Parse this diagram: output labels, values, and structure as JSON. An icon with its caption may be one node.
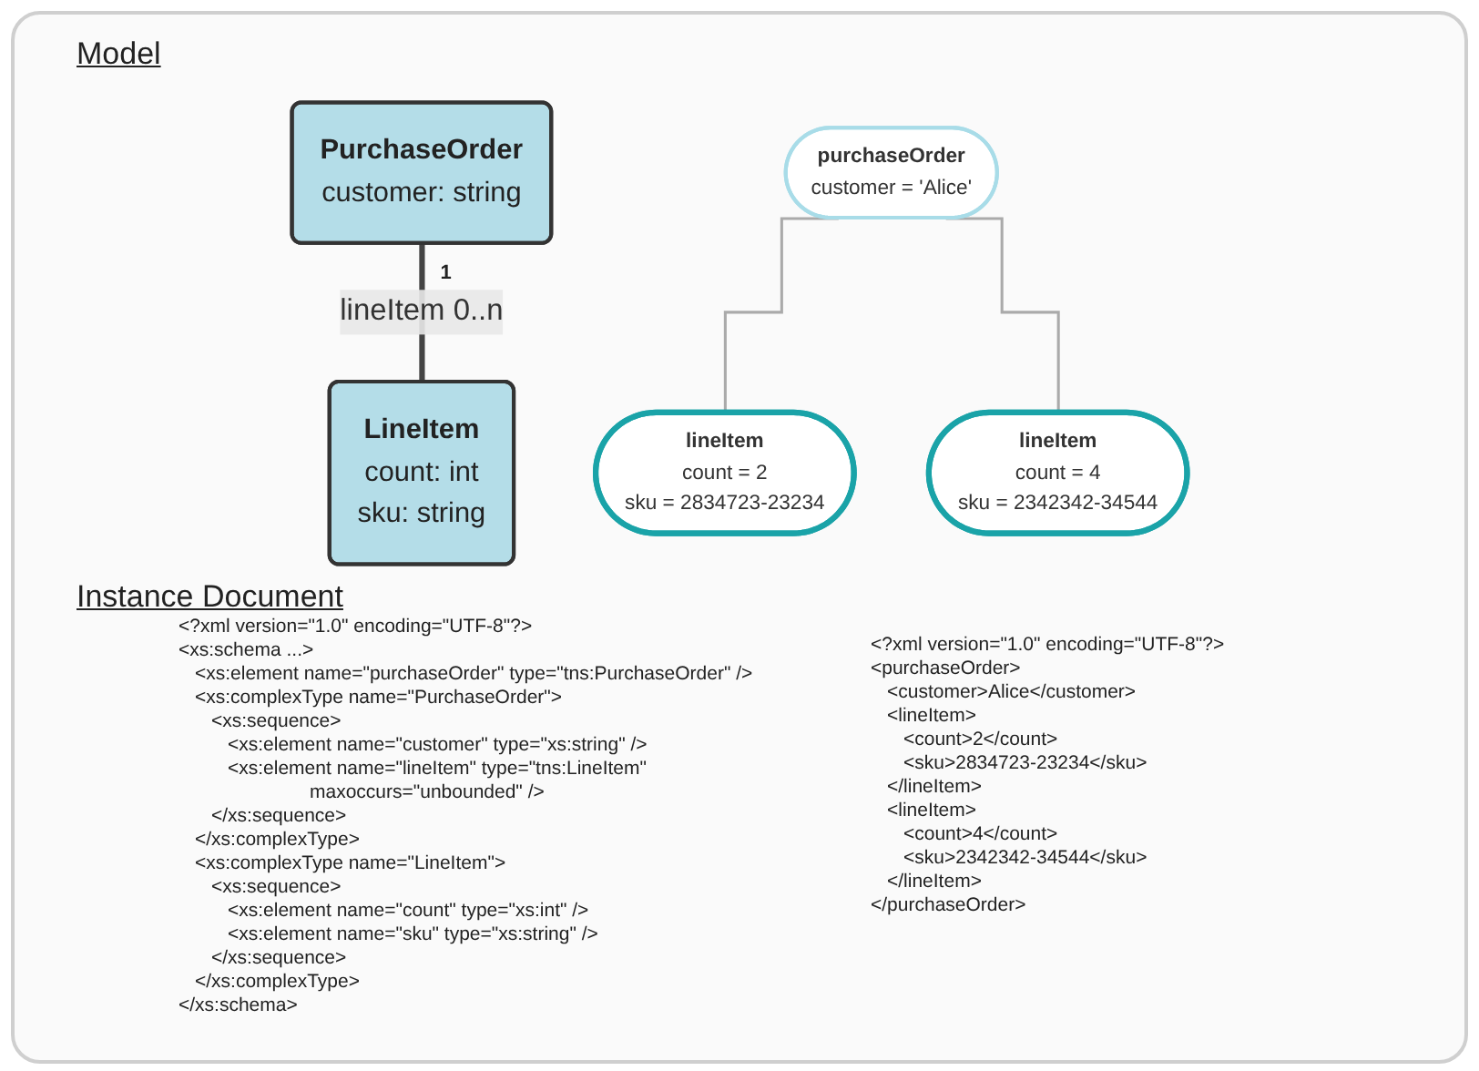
{
  "diagram": {
    "nodes": [
      {
        "text": [
          "PurchaseOrder",
          "customer: string"
        ]
      },
      {
        "text": [
          "LineItem",
          "count: int",
          "sku: string"
        ]
      },
      {
        "text": [
          "purchaseOrder",
          "customer = 'Alice'"
        ]
      },
      {
        "text": [
          "lineItem",
          "count = 2",
          "sku = 2834723-23234"
        ]
      },
      {
        "text": [
          "lineItem",
          "count = 4",
          "sku = 2342342-34544"
        ]
      }
    ],
    "edges": [
      {
        "from": 0,
        "to": 1,
        "arrow": "none",
        "label": "lineItem 0..n",
        "style": "thick",
        "color": "#444444"
      },
      {
        "from": 2,
        "to": 3,
        "arrow": "none"
      },
      {
        "from": 2,
        "to": 4,
        "arrow": "none"
      }
    ],
    "labels": [
      "Model",
      "1",
      "<?xml version=\"1.0\" encoding=\"UTF-8\"?>",
      "<xs:schema ...>",
      "<xs:element name=\"purchaseOrder\" type=\"tns:PurchaseOrder\" />",
      "<xs:complexType name=\"PurchaseOrder\">",
      "<xs:sequence>",
      "<xs:element name=\"customer\" type=\"xs:string\" />",
      "<xs:element name=\"lineItem\" type=\"tns:LineItem\"",
      "maxoccurs=\"unbounded\" />",
      "</xs:sequence>",
      "</xs:complexType>",
      "<xs:complexType name=\"LineItem\">",
      "<xs:sequence>",
      "<xs:element name=\"count\" type=\"xs:int\" />",
      "<xs:element name=\"sku\" type=\"xs:string\" />",
      "</xs:sequence>",
      "</xs:complexType>",
      "</xs:schema>",
      "Instance Document",
      "<?xml version=\"1.0\" encoding=\"UTF-8\"?>",
      "<purchaseOrder>",
      "<customer>Alice</customer>",
      "<lineItem>",
      "<count>2</count>",
      "<sku>2834723-23234</sku>",
      "</lineItem>",
      "<lineItem>",
      "<count>4</count>",
      "<sku>2342342-34544</sku>",
      "</lineItem>",
      "</purchaseOrder>"
    ]
  }
}
